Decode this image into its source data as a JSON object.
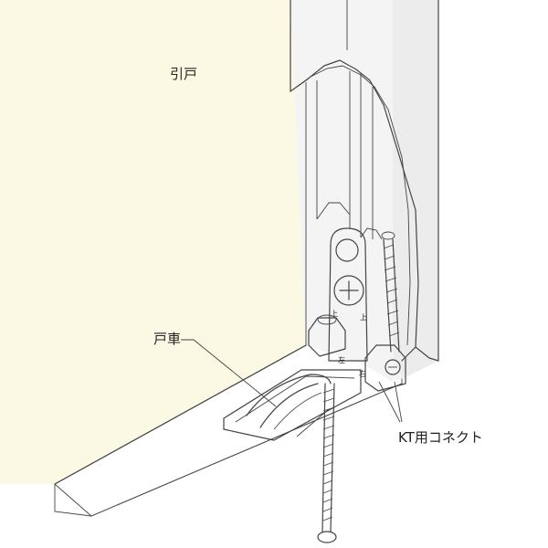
{
  "labels": {
    "sliding_door": "引戸",
    "door_roller": "戸車",
    "connector": "KT用コネクト"
  },
  "bracket_marks": {
    "top_left": "上",
    "top_right": "上",
    "bottom_left": "左",
    "bottom_right": "右"
  },
  "colors": {
    "door_face": "#fbf8e3",
    "frame": "#f4f4f4",
    "frame_shadow": "#dcdcdc",
    "line": "#444444"
  },
  "icons": {
    "screw_head": "phillips-screw-icon"
  }
}
